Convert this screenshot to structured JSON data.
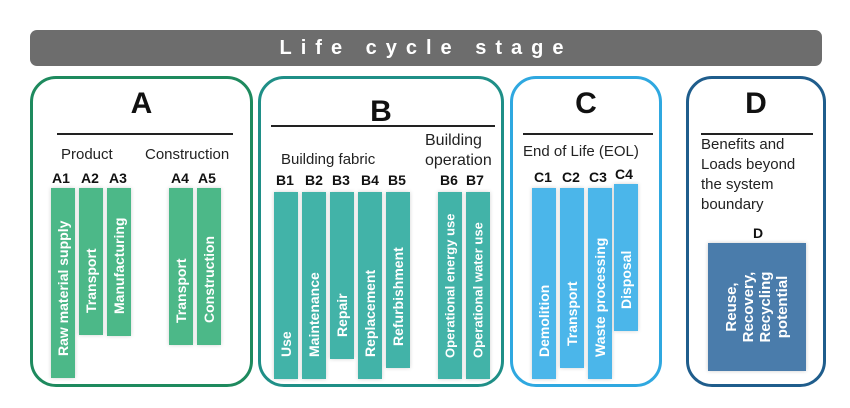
{
  "banner": "Life cycle stage",
  "modules": {
    "A": {
      "letter": "A",
      "color": "#1e8a5e",
      "groups": [
        "Product",
        "Construction"
      ],
      "codes": [
        "A1",
        "A2",
        "A3",
        "A4",
        "A5"
      ],
      "bars": [
        "Raw material supply",
        "Transport",
        "Manufacturing",
        "Transport",
        "Construction"
      ]
    },
    "B": {
      "letter": "B",
      "color": "#1f8f87",
      "groups": [
        "Building fabric",
        "Building",
        "operation"
      ],
      "codes": [
        "B1",
        "B2",
        "B3",
        "B4",
        "B5",
        "B6",
        "B7"
      ],
      "bars": [
        "Use",
        "Maintenance",
        "Repair",
        "Replacement",
        "Refurbishment",
        "Operational energy use",
        "Operational water use"
      ]
    },
    "C": {
      "letter": "C",
      "color": "#2fa8e0",
      "groups": [
        "End of Life (EOL)"
      ],
      "codes": [
        "C1",
        "C2",
        "C3",
        "C4"
      ],
      "bars": [
        "Demolition",
        "Transport",
        "Waste processing",
        "Disposal"
      ]
    },
    "D": {
      "letter": "D",
      "color": "#1f5d8c",
      "desc": [
        "Benefits and",
        "Loads beyond",
        "the system",
        "boundary"
      ],
      "code": "D",
      "box_lines": [
        "Reuse,",
        "Recovery,",
        "Recycling",
        "potential"
      ]
    }
  },
  "bar_colors": {
    "A": "#4cb888",
    "B": "#42b3a8",
    "C": "#4bb6ea",
    "D": "#4a7cab"
  }
}
